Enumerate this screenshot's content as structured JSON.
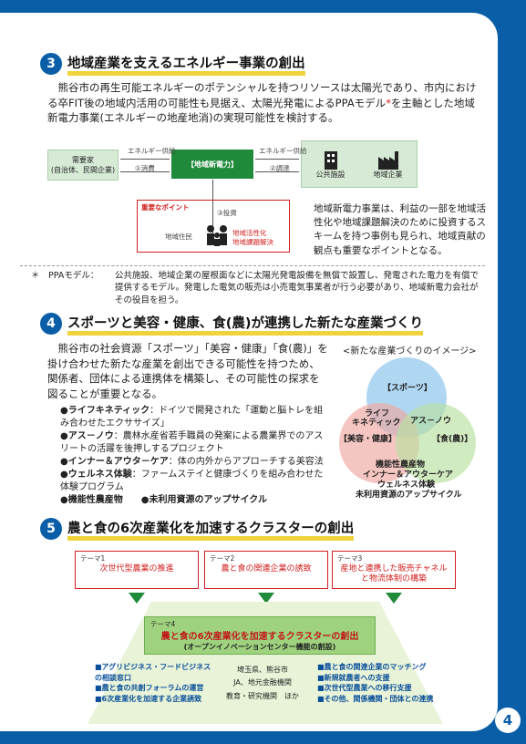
{
  "page_number": "4",
  "s3": {
    "num": "3",
    "title": "地域産業を支えるエネルギー事業の創出",
    "para1": "熊谷市の再生可能エネルギーのポテンシャルを持つリソースは太陽光であり、市内における卒FIT後の地域内活用の可能性も見据え、太陽光発電によるPPAモデル",
    "para1_mark": "*",
    "para1_end": "を主軸とした地域新電力事業(エネルギーの地産地消)の実現可能性を検討する。",
    "diagram": {
      "demand": "需要家",
      "demand_sub": "(自治体、民間企業)",
      "center": "【地域新電力】",
      "supply1": "公共施設",
      "supply2": "地域企業",
      "energy_left": "エネルギー供給",
      "energy_right": "エネルギー供給",
      "consume": "①消費",
      "procure": "②調達",
      "invest": "③投資",
      "point": "重要なポイント",
      "residents": "地域住民",
      "benefit1": "地域活性化",
      "benefit2": "地域課題解決"
    },
    "note": "地域新電力事業は、利益の一部を地域活性化や地域課題解決のために投資するスキームを持つ事例も見られ、地域貢献の観点も重要なポイントとなる。",
    "ppa_label": "＊　PPAモデル：",
    "ppa_text": "公共施設、地域企業の屋根面などに太陽光発電設備を無償で設置し、発電された電力を有償で提供するモデル。発電した電気の販売は小売電気事業者が行う必要があり、地域新電力会社がその役目を担う。"
  },
  "s4": {
    "num": "4",
    "title": "スポーツと美容・健康、食(農)が連携した新たな産業づくり",
    "para": "熊谷市の社会資源「スポーツ」「美容・健康」「食(農)」を掛け合わせた新たな産業を創出できる可能性を持つため、関係者、団体による連携体を構築し、その可能性の探求を図ることが重要となる。",
    "bullets": [
      {
        "head": "●ライフキネティック",
        "text": "：ドイツで開発された「運動と脳トレを組み合わせたエクササイズ」"
      },
      {
        "head": "●アス－ノウ",
        "text": "：農林水産省若手職員の発案による農業界でのアスリートの活躍を後押しするプロジェクト"
      },
      {
        "head": "●インナー＆アウタ－ケア",
        "text": "：体の内外からアプローチする美容法"
      },
      {
        "head": "●ウェルネス体験",
        "text": "：ファームステイと健康づくりを組み合わせた体験プログラム"
      }
    ],
    "bullet_last1": "●機能性農産物",
    "bullet_last2": "●未利用資源のアップサイクル",
    "venn_title": "<新たな産業づくりのイメージ>",
    "venn": {
      "sports": "【スポーツ】",
      "beauty": "【美容・健康】",
      "food": "【食(農)】",
      "life1": "ライフ",
      "life2": "キネティック",
      "asu": "アス－ノウ",
      "c1": "機能性農産物",
      "c2": "インナー＆アウターケア",
      "c3": "ウェルネス体験",
      "c4": "未利用資源のアップサイクル"
    },
    "colors": {
      "sports": "#8ec6ec",
      "beauty": "#f0a8a0",
      "food": "#b8e0a0"
    }
  },
  "s5": {
    "num": "5",
    "title": "農と食の6次産業化を加速するクラスターの創出",
    "themes": [
      {
        "t": "テーマ1",
        "c": "次世代型農業の推進"
      },
      {
        "t": "テーマ2",
        "c": "農と食の関連企業の誘致"
      },
      {
        "t": "テーマ3",
        "c": "産地と連携した販売チャネルと物流体制の構築"
      }
    ],
    "theme4": {
      "t": "テーマ4",
      "c": "農と食の6次産業化を加速するクラスターの創出",
      "s": "(オープンイノベーションセンター機能の創設)"
    },
    "left_list": [
      "■アグリビジネス・フードビジネスの相談窓口",
      "■農と食の共創フォーラムの運営",
      "■6次産業化を加速する企業誘致"
    ],
    "middle": [
      "埼玉県、熊谷市",
      "JA、地元金融機関",
      "教育・研究機関　ほか"
    ],
    "right_list": [
      "■農と食の関連企業のマッチング",
      "■新規就農者への支援",
      "■次世代型農業への移行支援",
      "■その他、関係機関・団体との連携"
    ]
  }
}
